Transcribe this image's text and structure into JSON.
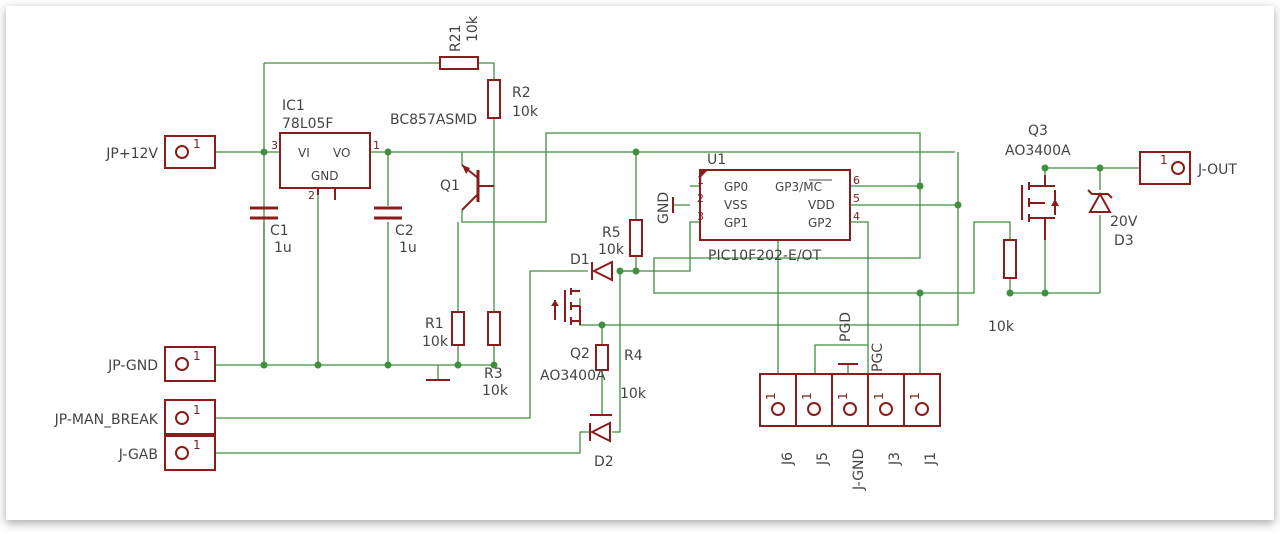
{
  "resistors": {
    "r21": {
      "name": "R21",
      "value": "10k"
    },
    "r2": {
      "name": "R2",
      "value": "10k"
    },
    "r1": {
      "name": "R1",
      "value": "10k"
    },
    "r3": {
      "name": "R3",
      "value": "10k"
    },
    "r4": {
      "name": "R4",
      "value": "10k"
    },
    "r5": {
      "name": "R5",
      "value": "10k"
    },
    "r_q3": {
      "value": "10k"
    }
  },
  "ic1": {
    "name": "IC1",
    "part": "78L05F",
    "pin_vi": "VI",
    "pin_vo": "VO",
    "pin_gnd": "GND",
    "pin3": "3",
    "pin1": "1",
    "pin2": "2"
  },
  "caps": {
    "c1": {
      "name": "C1",
      "value": "1u"
    },
    "c2": {
      "name": "C2",
      "value": "1u"
    }
  },
  "q1": {
    "name": "Q1",
    "part": "BC857ASMD"
  },
  "q2": {
    "name": "Q2",
    "part": "AO3400A"
  },
  "q3": {
    "name": "Q3",
    "part": "AO3400A"
  },
  "diodes": {
    "d1": "D1",
    "d2": "D2",
    "d3": {
      "name": "D3",
      "value": "20V"
    }
  },
  "u1": {
    "name": "U1",
    "part": "PIC10F202-E/OT",
    "gp0": "GP0",
    "vss": "VSS",
    "gp1": "GP1",
    "gp3": "GP3/MC",
    "vdd": "VDD",
    "gp2": "GP2",
    "p1": "1",
    "p2": "2",
    "p3": "3",
    "p4": "4",
    "p5": "5",
    "p6": "6"
  },
  "net_labels": {
    "gnd": "GND",
    "pgd": "PGD",
    "pgc": "PGC"
  },
  "connectors_left": [
    {
      "label": "JP+12V",
      "pin": "1"
    },
    {
      "label": "JP-GND",
      "pin": "1"
    },
    {
      "label": "JP-MAN_BREAK",
      "pin": "1"
    },
    {
      "label": "J-GAB",
      "pin": "1"
    }
  ],
  "connector_out": {
    "label": "J-OUT",
    "pin": "1"
  },
  "header": [
    {
      "label": "J6",
      "pin": "1"
    },
    {
      "label": "J5",
      "pin": "1"
    },
    {
      "label": "J-GND",
      "pin": "1"
    },
    {
      "label": "J3",
      "pin": "1"
    },
    {
      "label": "J1",
      "pin": "1"
    }
  ],
  "colors": {
    "wire": "#3f8f3f",
    "component": "#8b1c1c",
    "text": "#444444"
  }
}
